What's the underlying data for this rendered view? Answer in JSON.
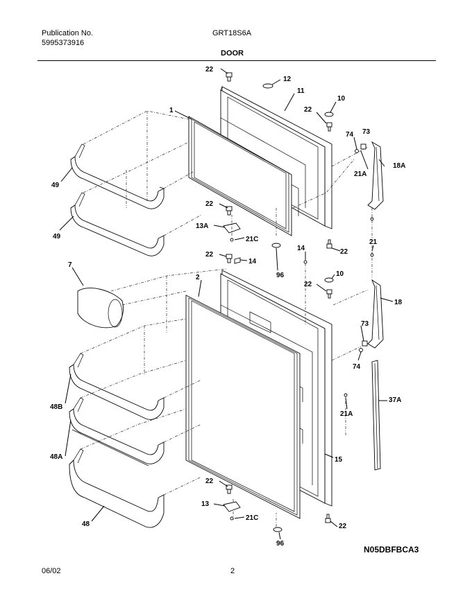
{
  "header": {
    "publication_label": "Publication No.",
    "publication_number": "5995373916",
    "model": "GRT18S6A",
    "section": "DOOR"
  },
  "footer": {
    "date": "06/02",
    "page": "2",
    "drawing_code": "N05DBFBCA3"
  },
  "callouts": {
    "c22a": "22",
    "c12": "12",
    "c11": "11",
    "c10a": "10",
    "c22b": "22",
    "c74a": "74",
    "c73a": "73",
    "c1": "1",
    "c21Aa": "21A",
    "c18A": "18A",
    "c49a": "49",
    "c22c": "22",
    "c49b": "49",
    "c13A": "13A",
    "c21Ca": "21C",
    "c22d": "22",
    "c21": "21",
    "c7": "7",
    "c22e": "22",
    "c14a": "14",
    "c14b": "14",
    "c96a": "96",
    "c10b": "10",
    "c2": "2",
    "c22f": "22",
    "c18": "18",
    "c73b": "73",
    "c74b": "74",
    "c48B": "48B",
    "c21Ab": "21A",
    "c37A": "37A",
    "c48A": "48A",
    "c15": "15",
    "c22g": "22",
    "c13": "13",
    "c21Cb": "21C",
    "c48": "48",
    "c22h": "22",
    "c96b": "96"
  }
}
